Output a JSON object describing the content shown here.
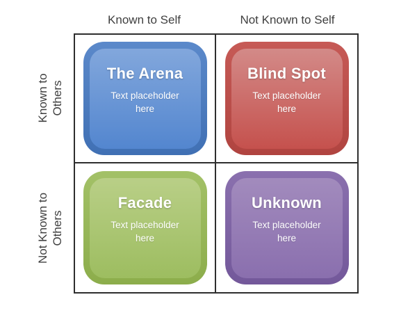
{
  "theme": {
    "background": "#ffffff",
    "grid_line": "#2e2e2e",
    "header_text": "#3f3f3f",
    "tile_text": "#ffffff"
  },
  "matrix": {
    "column_headers": [
      "Known to Self",
      "Not Known to Self"
    ],
    "row_headers": [
      [
        "Known to",
        "Others"
      ],
      [
        "Not Known to",
        "Others"
      ]
    ],
    "quadrants": [
      {
        "title": "The Arena",
        "body": "Text placeholder here",
        "colors": {
          "outer_top": "#5b89ca",
          "outer_bottom": "#4070b4",
          "inner_top": "#82a7dc",
          "inner_bottom": "#5386cf"
        }
      },
      {
        "title": "Blind Spot",
        "body": "Text placeholder here",
        "colors": {
          "outer_top": "#c65a56",
          "outer_bottom": "#b04440",
          "inner_top": "#d38a88",
          "inner_bottom": "#c5514d"
        }
      },
      {
        "title": "Facade",
        "body": "Text placeholder here",
        "colors": {
          "outer_top": "#a3c167",
          "outer_bottom": "#8cad4b",
          "inner_top": "#b9cf87",
          "inner_bottom": "#9dbd60"
        }
      },
      {
        "title": "Unknown",
        "body": "Text placeholder here",
        "colors": {
          "outer_top": "#8a70ae",
          "outer_bottom": "#73589a",
          "inner_top": "#a28bbd",
          "inner_bottom": "#8a6fae"
        }
      }
    ]
  }
}
